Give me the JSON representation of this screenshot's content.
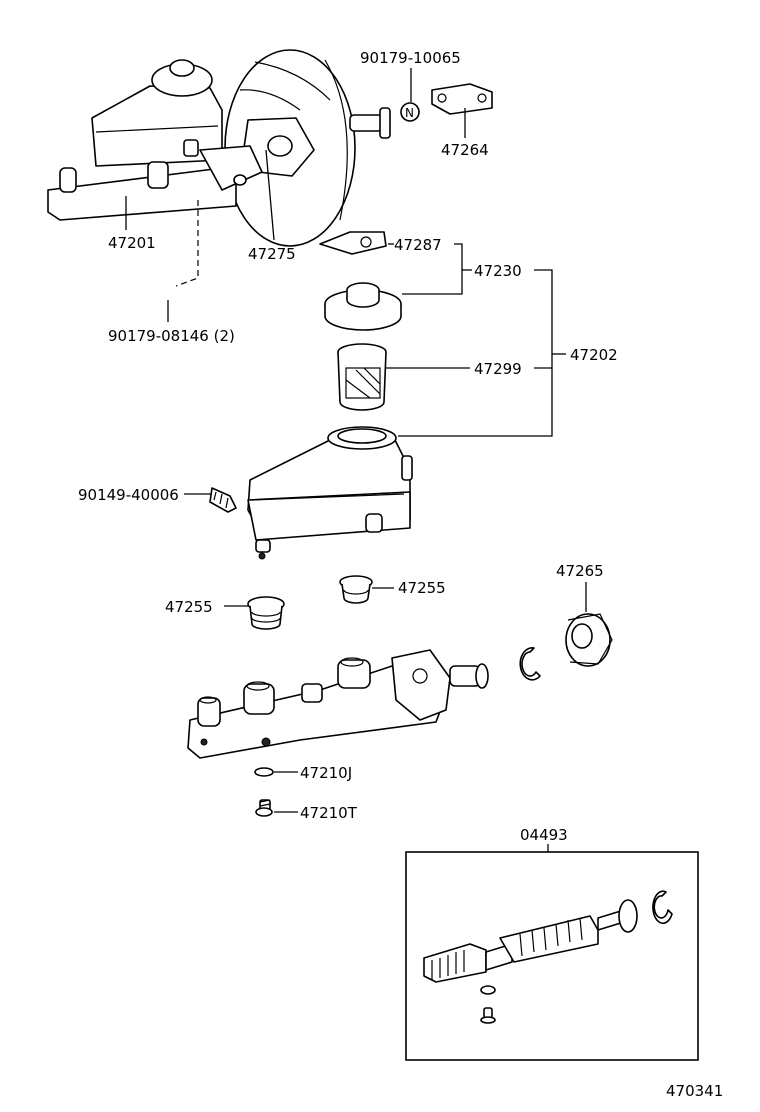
{
  "labels": {
    "p90179_10065": "90179-10065",
    "p47264": "47264",
    "p47201": "47201",
    "p47275": "47275",
    "p47287": "47287",
    "p47230": "47230",
    "p90179_08146": "90179-08146 (2)",
    "p47202": "47202",
    "p47299": "47299",
    "p90149_40006": "90149-40006",
    "p47255_left": "47255",
    "p47255_right": "47255",
    "p47265": "47265",
    "p47210j": "47210J",
    "p47210t": "47210T",
    "p04493": "04493",
    "nut_mark": "N",
    "diagram_code": "470341"
  }
}
